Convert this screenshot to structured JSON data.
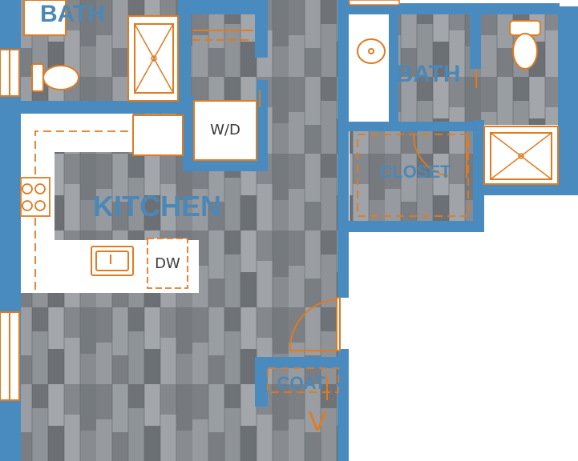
{
  "plan": {
    "rooms": {
      "bath_left": "BATH",
      "bath_right": "BATH",
      "kitchen": "KITCHEN",
      "closet": "CLOSET"
    },
    "fixtures": {
      "washer_dryer": "W/D",
      "dishwasher": "DW",
      "coat_closet": "COAT"
    },
    "entry_marker": "V"
  },
  "colors": {
    "wall": "#4a8bbf",
    "fixture_outline": "#e07b20",
    "floor": "#8a8e93",
    "counter": "#ffffff"
  }
}
